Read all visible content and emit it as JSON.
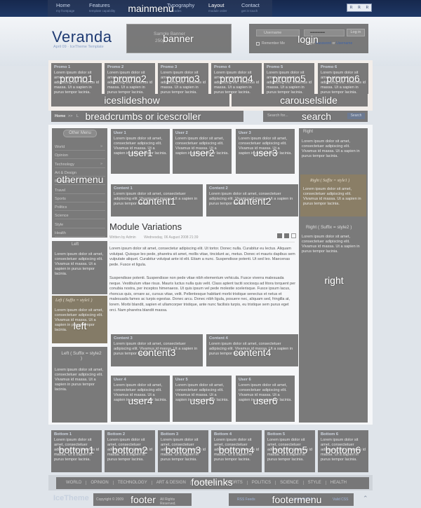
{
  "topnav": {
    "items": [
      {
        "label": "Home",
        "sub": "my frontpage"
      },
      {
        "label": "Features",
        "sub": "template capability"
      },
      {
        "label": "Typography",
        "sub": "text codes"
      },
      {
        "label": "Layout",
        "sub": "module order"
      },
      {
        "label": "Contact",
        "sub": "get in touch"
      }
    ],
    "font_buttons": [
      "R",
      "R",
      "R"
    ]
  },
  "logo": {
    "title": "Veranda",
    "subtitle": "April 09 · IceTheme Template"
  },
  "banner": {
    "text": "Sample Banner",
    "size": "250p"
  },
  "login": {
    "username_placeholder": "Username",
    "password_value": "••••••••••••",
    "login_button": "Log in",
    "remember": "Remember Me",
    "forgot": "I forgot",
    "forgot_password": "Password",
    "or": "or",
    "forgot_username": "Username"
  },
  "promos": [
    {
      "title": "Promo 1",
      "label": "promo1"
    },
    {
      "title": "Promo 2",
      "label": "promo2"
    },
    {
      "title": "Promo 3",
      "label": "promo3"
    },
    {
      "title": "Promo 4",
      "label": "promo4"
    },
    {
      "title": "Promo 5",
      "label": "promo5"
    },
    {
      "title": "Promo 6",
      "label": "promo6"
    }
  ],
  "promo_text": "Lorem ipsum dolor sit amet, consectetuer adipiscing elit. Vivamus id massa. Ut a sapien in purus tempor lacinia.",
  "breadcrumb": {
    "home": "Home",
    "sep": ">>",
    "current": "L"
  },
  "search": {
    "placeholder": "Search for...",
    "button": "Search"
  },
  "othermenu": {
    "title": "Other Menu",
    "items": [
      "World",
      "Opinion",
      "Technology",
      "Art & Design",
      "Business",
      "Travel",
      "Sports",
      "Politics",
      "Science",
      "Style",
      "Health"
    ]
  },
  "left_modules": [
    {
      "title": "Left",
      "text": "Lorem ipsum dolor sit amet, consectetuer adipiscing elit. Vivamus id massa. Ut a sapien in purus tempor lacinia."
    },
    {
      "title": "Left ( Suffix = style1 )",
      "text": "Lorem ipsum dolor sit amet, consectetuer adipiscing elit. Vivamus id massa. Ut a sapien in purus tempor lacinia."
    },
    {
      "title": "Left ( Suffix = style2 )",
      "text": "Lorem ipsum dolor sit amet, consectetuer adipiscing elit. Vivamus id massa. Ut a sapien in purus tempor lacinia."
    }
  ],
  "right_modules": [
    {
      "title": "Right",
      "text": "Lorem ipsum dolor sit amet, consectetuer adipiscing elit. Vivamus id massa. Ut a sapien in purus tempor lacinia."
    },
    {
      "title": "Right ( Suffix = style1 )",
      "text": "Lorem ipsum dolor sit amet, consectetuer adipiscing elit. Vivamus id massa. Ut a sapien in purus tempor lacinia."
    },
    {
      "title": "Right ( Suffix = style2 )",
      "text": "Lorem ipsum dolor sit amet, consectetuer adipiscing elit. Vivamus id massa. Ut a sapien in purus tempor lacinia."
    }
  ],
  "user_top": [
    {
      "title": "User 1",
      "label": "user1"
    },
    {
      "title": "User 2",
      "label": "user2"
    },
    {
      "title": "User 3",
      "label": "user3"
    }
  ],
  "content_top": [
    {
      "title": "Content 1",
      "label": "content1"
    },
    {
      "title": "Content 2",
      "label": "content2"
    }
  ],
  "content_bottom": [
    {
      "title": "Content 3",
      "label": "content3"
    },
    {
      "title": "Content 4",
      "label": "content4"
    }
  ],
  "user_bottom": [
    {
      "title": "User 4",
      "label": "user4"
    },
    {
      "title": "User 5",
      "label": "user5"
    },
    {
      "title": "User 6",
      "label": "user6"
    }
  ],
  "module_text": "Lorem ipsum dolor sit amet, consectetuer adipiscing elit. Vivamus id massa. Ut a sapien in purus tempor lacinia.",
  "article": {
    "title": "Module Variations",
    "author": "Written by Admin",
    "date": "Wednesday, 06 August 2008 21:39",
    "p1": "Lorem ipsum dolor sit amet, consectetur adipiscing elit. Ut tortor. Donec nulla. Curabitur eu lectus. Aliquam volutpat. Quisque leo pede, pharetra sit amet, mollis vitae, tincidunt ac, metus. Donec et mauris dapibus sem vulputate aliquet. Curabitur volutpat ante id elit. Etiam a nunc. Suspendisse potenti. Ut sed leo. Maecenas pede. Fusce et ligula.",
    "p2": "Suspendisse potenti. Suspendisse non pede vitae nibh elementum vehicula. Fusce viverra malesuada neque. Vestibulum vitae risus. Mauris luctus nulla quis velit. Class aptent taciti sociosqu ad litora torquent per conubia nostra, per inceptos himenaeos. Ut quis ipsum vel pede molestie scelerisque. Fusce ipsum lacus, rhoncus quis, ornare ac, cursus vitae, velit. Pellentesque habitant morbi tristique senectus et netus et malesuada fames ac turpis egestas. Donec arcu. Donec nibh ligula, posuere nec, aliquam sed, fringilla at, lorem. Morbi blandit, sapien et ullamcorper tristique, ante nunc facilisis turpis, eu tristique sem purus eget orci. Nam pharetra blandit massa."
  },
  "bottoms": [
    {
      "title": "Bottom 1",
      "label": "bottom1"
    },
    {
      "title": "Bottom 2",
      "label": "bottom2"
    },
    {
      "title": "Bottom 3",
      "label": "bottom3"
    },
    {
      "title": "Bottom 4",
      "label": "bottom4"
    },
    {
      "title": "Bottom 5",
      "label": "bottom5"
    },
    {
      "title": "Bottom 6",
      "label": "bottom6"
    }
  ],
  "footer_links": [
    "WORLD",
    "OPINION",
    "TECHNOLOGY",
    "ART & DESIGN",
    "BUSINESS",
    "SPORTS",
    "POLITICS",
    "SCIENCE",
    "STYLE",
    "HEALTH"
  ],
  "footer": {
    "brand": "IceTheme",
    "copyright": "Copyright © 2009",
    "rights": "All Rights Reserved.",
    "menu": [
      "RSS Feeds",
      "Valid XHTML",
      "Valid CSS"
    ]
  },
  "overlay_labels": {
    "mainmenu": "mainmenu",
    "banner": "banner",
    "login": "login",
    "iceslideshow": "iceslideshow",
    "carouselslide": "carouselslide",
    "breadcrumbs": "breadcrumbs or icescroller",
    "search": "search",
    "othermenu": "othermenu",
    "left": "left",
    "right": "right",
    "footelinks": "footelinks",
    "footer": "footer",
    "footermenu": "footermenu"
  },
  "colors": {
    "nav_dark": "#1a2f58",
    "overlay_gray": "#707070",
    "logo_blue": "#1f3b73",
    "link_blue": "#2d5aa6"
  }
}
